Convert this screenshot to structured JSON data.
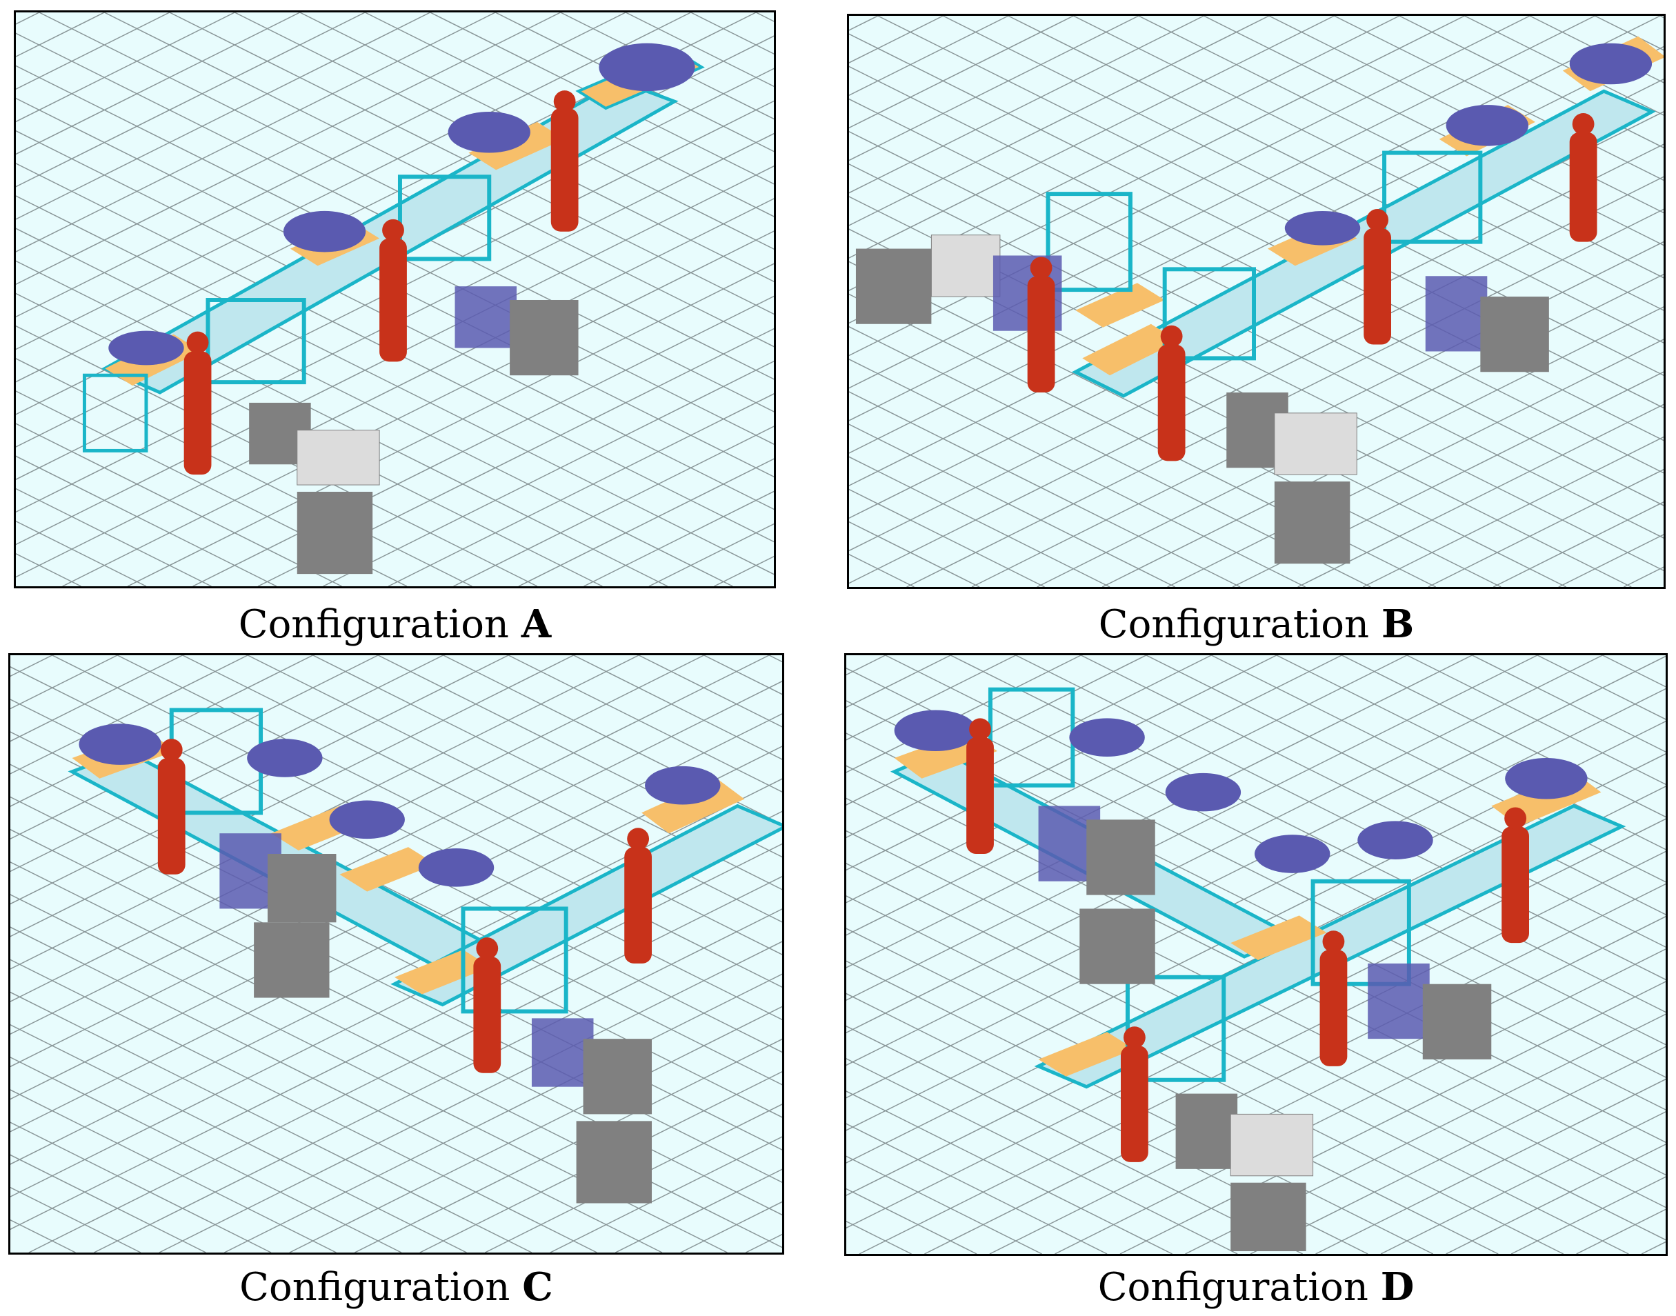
{
  "figure": {
    "panels": [
      {
        "id": "A",
        "label_prefix": "Configuration",
        "label_letter": "A"
      },
      {
        "id": "B",
        "label_prefix": "Configuration",
        "label_letter": "B"
      },
      {
        "id": "C",
        "label_prefix": "Configuration",
        "label_letter": "C"
      },
      {
        "id": "D",
        "label_prefix": "Configuration",
        "label_letter": "D"
      }
    ]
  },
  "colors": {
    "floor": "#e8fcfd",
    "grid": "#8a9799",
    "frame": "#1ab5c8",
    "table": "#f7bf6a",
    "worker": "#c8321a",
    "parts": "#5a5ab0",
    "crate": "#808080"
  }
}
